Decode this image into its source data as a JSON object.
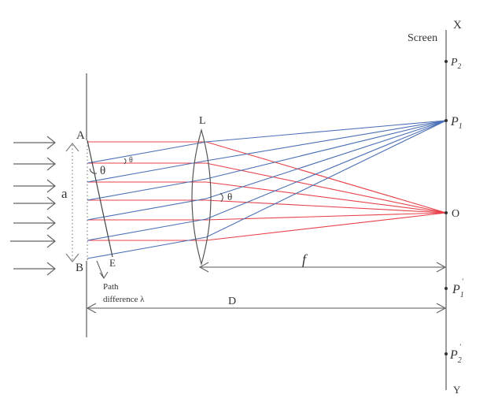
{
  "diagram": {
    "title": "Single-slit Fraunhofer diffraction",
    "labels": {
      "slit_top": "A",
      "slit_bottom": "B",
      "slit_width": "a",
      "wavefront_end": "E",
      "angle_small": "θ",
      "angle_slit": "θ",
      "angle_lens": "θ",
      "lens": "L",
      "focal_length": "f",
      "distance": "D",
      "path_diff_line1": "Path",
      "path_diff_line2": "difference λ",
      "screen": "Screen",
      "axis_top": "X",
      "axis_bottom": "Y",
      "center": "O",
      "p1": "P",
      "p1_sub": "1",
      "p2": "P",
      "p2_sub": "2",
      "p1_prime": "P",
      "p1_prime_sub": "1",
      "p1_prime_sup": "'",
      "p2_prime": "P",
      "p2_prime_sub": "2",
      "p2_prime_sup": "'"
    },
    "colors": {
      "undeviated_rays": "#e8414a",
      "diffracted_rays": "#4a6fb5",
      "structure": "#555555",
      "text": "#333333"
    },
    "incident_ray_count": 7,
    "undeviated_ray_count": 6,
    "diffracted_ray_count": 6
  }
}
